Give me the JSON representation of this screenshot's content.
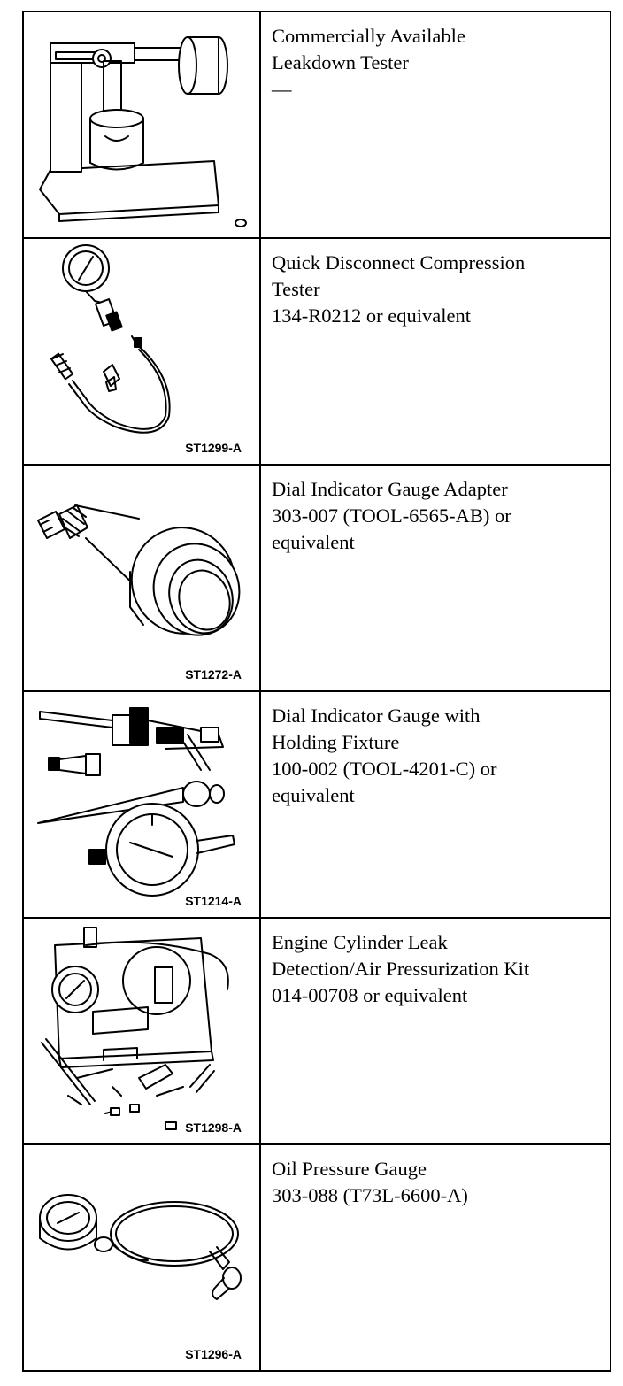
{
  "tools": [
    {
      "figure": "",
      "lines": [
        "Commercially Available",
        "Leakdown Tester",
        "—"
      ],
      "icon": "leakdown-tester-icon"
    },
    {
      "figure": "ST1299-A",
      "lines": [
        "Quick Disconnect Compression",
        "Tester",
        "134-R0212 or equivalent"
      ],
      "icon": "compression-tester-icon"
    },
    {
      "figure": "ST1272-A",
      "lines": [
        "Dial Indicator Gauge Adapter",
        "303-007 (TOOL-6565-AB) or",
        "equivalent"
      ],
      "icon": "gauge-adapter-icon"
    },
    {
      "figure": "ST1214-A",
      "lines": [
        "Dial Indicator Gauge with",
        "Holding Fixture",
        "100-002 (TOOL-4201-C) or",
        "equivalent"
      ],
      "icon": "dial-indicator-icon"
    },
    {
      "figure": "ST1298-A",
      "lines": [
        "Engine Cylinder Leak",
        "Detection/Air Pressurization Kit",
        "014-00708 or equivalent"
      ],
      "icon": "leak-detection-kit-icon"
    },
    {
      "figure": "ST1296-A",
      "lines": [
        "Oil Pressure Gauge",
        "303-088 (T73L-6600-A)"
      ],
      "icon": "oil-pressure-gauge-icon"
    }
  ]
}
